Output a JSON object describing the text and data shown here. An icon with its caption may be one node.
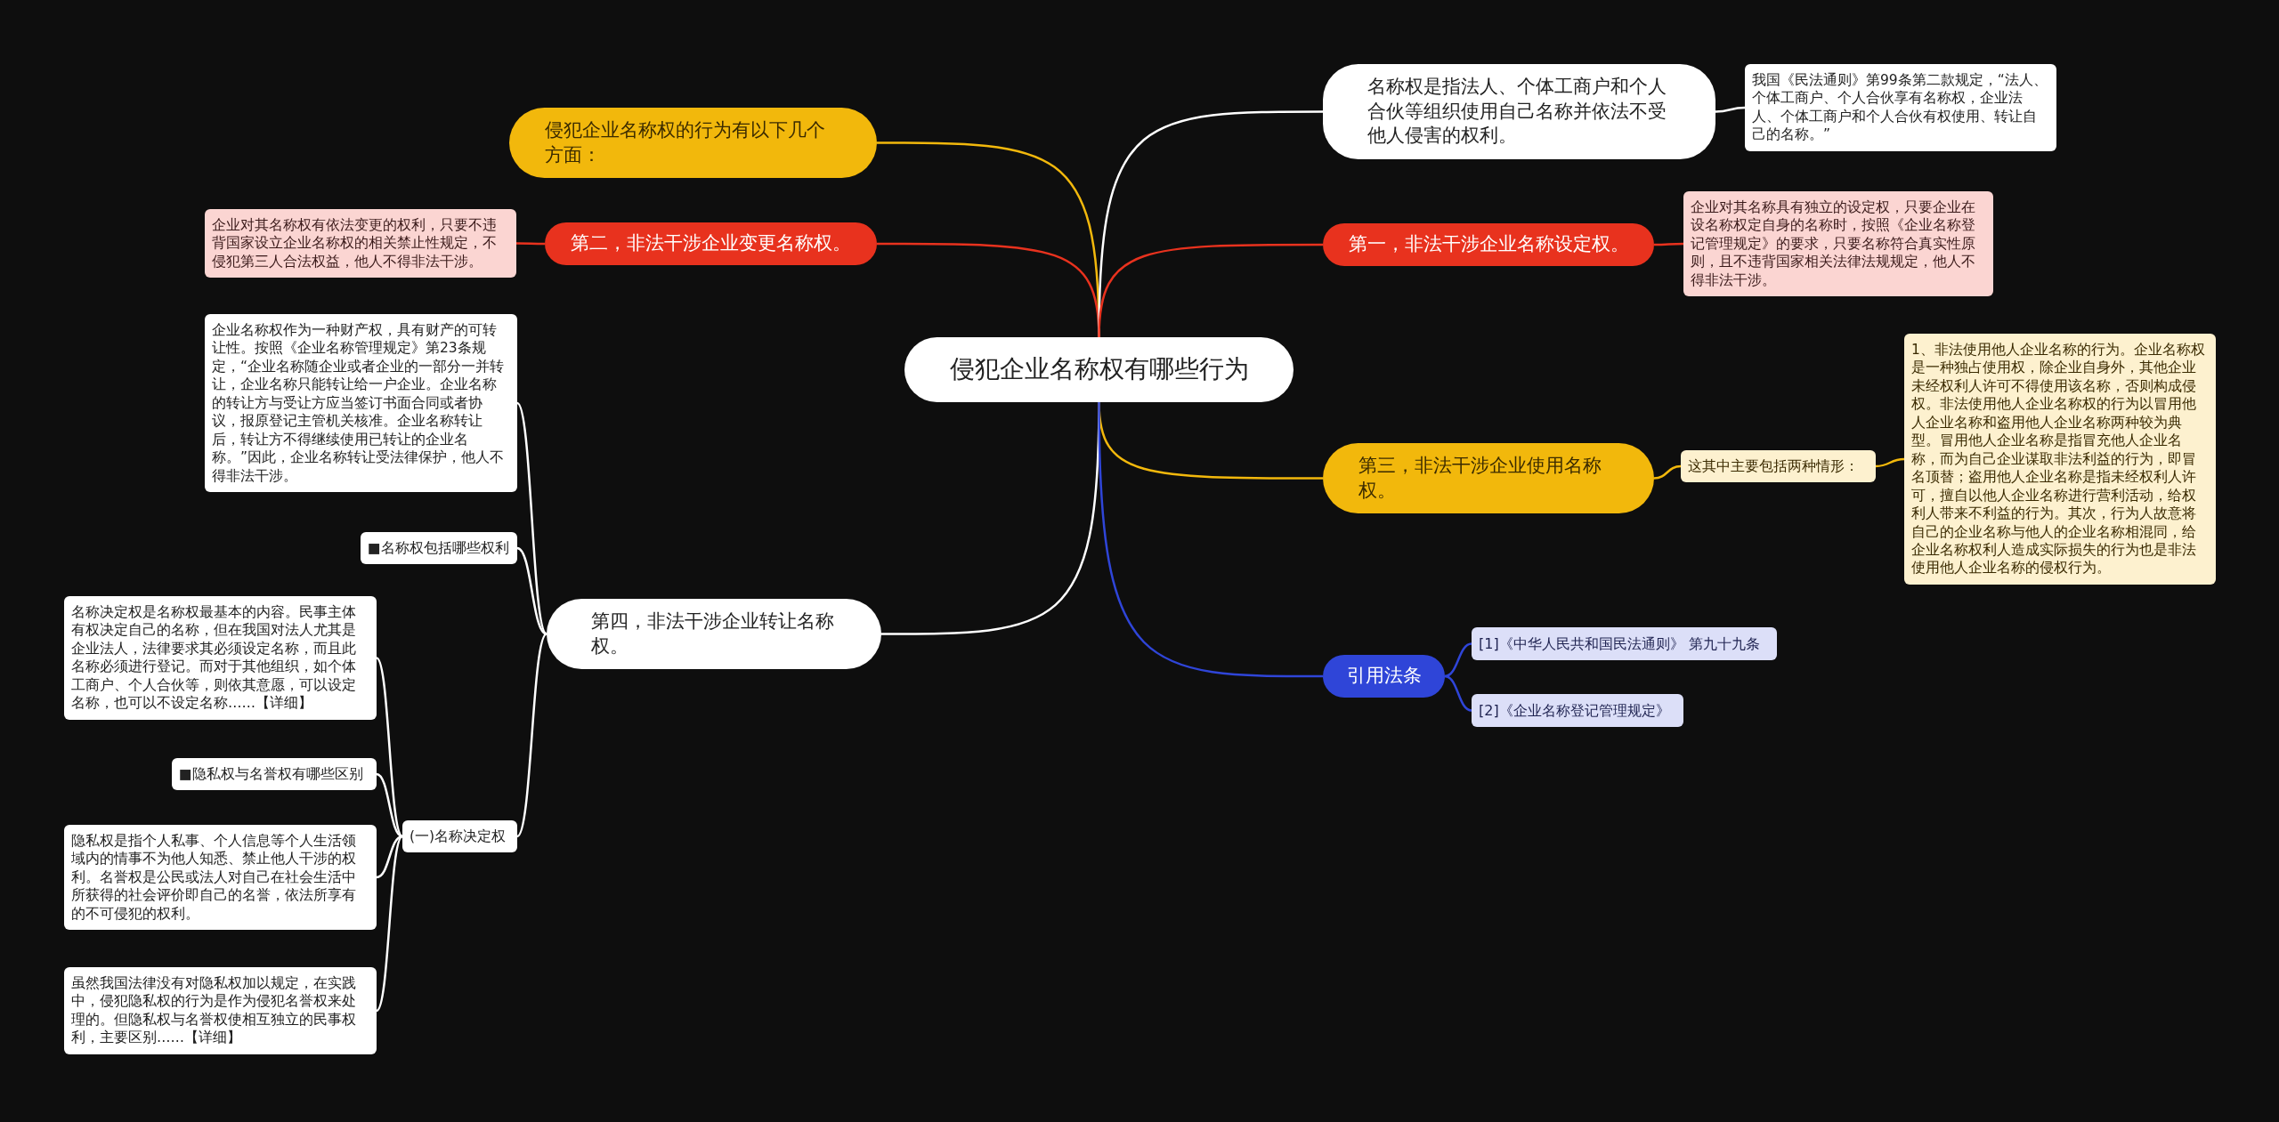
{
  "diagram": {
    "nodes": [
      {
        "text": [
          "侵犯企业名称权有哪些行为"
        ]
      },
      {
        "text": [
          "侵犯企业名称权的行为有以下几个方面："
        ]
      },
      {
        "text": [
          "第二，非法干涉企业变更名称权。"
        ]
      },
      {
        "text": [
          "企业对其名称权有依法变更的权利，只要不违背国家设立企业名称权的相关禁止性规定，不侵犯第三人合法权益，他人不得非法干涉。"
        ]
      },
      {
        "text": [
          "第四，非法干涉企业转让名称权。"
        ]
      },
      {
        "text": [
          "■名称权包括哪些权利"
        ]
      },
      {
        "text": [
          "企业名称权作为一种财产权，具有财产的可转让性。按照《企业名称管理规定》第23条规定，“企业名称随企业或者企业的一部分一并转让，企业名称只能转让给一户企业。企业名称的转让方与受让方应当签订书面合同或者协议，报原登记主管机关核准。企业名称转让后，转让方不得继续使用已转让的企业名称。”因此，企业名称转让受法律保护，他人不得非法干涉。"
        ]
      },
      {
        "text": [
          "(一)名称决定权"
        ]
      },
      {
        "text": [
          "名称决定权是名称权最基本的内容。民事主体有权决定自己的名称，但在我国对法人尤其是企业法人，法律要求其必须设定名称，而且此名称必须进行登记。而对于其他组织，如个体工商户、个人合伙等，则依其意愿，可以设定名称，也可以不设定名称……【详细】"
        ]
      },
      {
        "text": [
          "■隐私权与名誉权有哪些区别"
        ]
      },
      {
        "text": [
          "隐私权是指个人私事、个人信息等个人生活领域内的情事不为他人知悉、禁止他人干涉的权利。名誉权是公民或法人对自己在社会生活中所获得的社会评价即自己的名誉，依法所享有的不可侵犯的权利。"
        ]
      },
      {
        "text": [
          "虽然我国法律没有对隐私权加以规定，在实践中，侵犯隐私权的行为是作为侵犯名誉权来处理的。但隐私权与名誉权使相互独立的民事权利，主要区别……【详细】"
        ]
      },
      {
        "text": [
          "名称权是指法人、个体工商户和个人合伙等组织使用自己名称并依法不受他人侵害的权利。"
        ]
      },
      {
        "text": [
          "我国《民法通则》第99条第二款规定，“法人、个体工商户、个人合伙享有名称权，企业法人、个体工商户和个人合伙有权使用、转让自己的名称。”"
        ]
      },
      {
        "text": [
          "第一，非法干涉企业名称设定权。"
        ]
      },
      {
        "text": [
          "企业对其名称具有独立的设定权，只要企业在设名称权定自身的名称时，按照《企业名称登记管理规定》的要求，只要名称符合真实性原则，且不违背国家相关法律法规规定，他人不得非法干涉。"
        ]
      },
      {
        "text": [
          "第三，非法干涉企业使用名称权。"
        ]
      },
      {
        "text": [
          "这其中主要包括两种情形："
        ]
      },
      {
        "text": [
          "1、非法使用他人企业名称的行为。企业名称权是一种独占使用权，除企业自身外，其他企业未经权利人许可不得使用该名称，否则构成侵权。非法使用他人企业名称权的行为以冒用他人企业名称和盗用他人企业名称两种较为典型。冒用他人企业名称是指冒充他人企业名称，而为自己企业谋取非法利益的行为，即冒名顶替；盗用他人企业名称是指未经权利人许可，擅自以他人企业名称进行营利活动，给权利人带来不利益的行为。其次，行为人故意将自己的企业名称与他人的企业名称相混同，给企业名称权利人造成实际损失的行为也是非法使用他人企业名称的侵权行为。"
        ]
      },
      {
        "text": [
          "引用法条"
        ]
      },
      {
        "text": [
          "[1]《中华人民共和国民法通则》 第九十九条"
        ]
      },
      {
        "text": [
          "[2]《企业名称登记管理规定》"
        ]
      }
    ],
    "edges": [
      {
        "from": 0,
        "to": 1,
        "arrow": "none",
        "color": "#f2b80c"
      },
      {
        "from": 0,
        "to": 2,
        "arrow": "none",
        "color": "#e8321e"
      },
      {
        "from": 2,
        "to": 3,
        "arrow": "none",
        "color": "#e8321e"
      },
      {
        "from": 0,
        "to": 4,
        "arrow": "none"
      },
      {
        "from": 4,
        "to": 6,
        "arrow": "none"
      },
      {
        "from": 4,
        "to": 5,
        "arrow": "none"
      },
      {
        "from": 4,
        "to": 7,
        "arrow": "none"
      },
      {
        "from": 7,
        "to": 8,
        "arrow": "none"
      },
      {
        "from": 7,
        "to": 9,
        "arrow": "none"
      },
      {
        "from": 7,
        "to": 10,
        "arrow": "none"
      },
      {
        "from": 7,
        "to": 11,
        "arrow": "none"
      },
      {
        "from": 0,
        "to": 12,
        "arrow": "none"
      },
      {
        "from": 12,
        "to": 13,
        "arrow": "none"
      },
      {
        "from": 0,
        "to": 14,
        "arrow": "none",
        "color": "#e8321e"
      },
      {
        "from": 14,
        "to": 15,
        "arrow": "none",
        "color": "#e8321e"
      },
      {
        "from": 0,
        "to": 16,
        "arrow": "none",
        "color": "#f2b80c"
      },
      {
        "from": 16,
        "to": 17,
        "arrow": "none",
        "color": "#f2b80c"
      },
      {
        "from": 17,
        "to": 18,
        "arrow": "none",
        "color": "#f2b80c"
      },
      {
        "from": 0,
        "to": 19,
        "arrow": "none",
        "color": "#2f45d8"
      },
      {
        "from": 19,
        "to": 20,
        "arrow": "none",
        "color": "#2f45d8"
      },
      {
        "from": 19,
        "to": 21,
        "arrow": "none",
        "color": "#2f45d8"
      }
    ]
  }
}
